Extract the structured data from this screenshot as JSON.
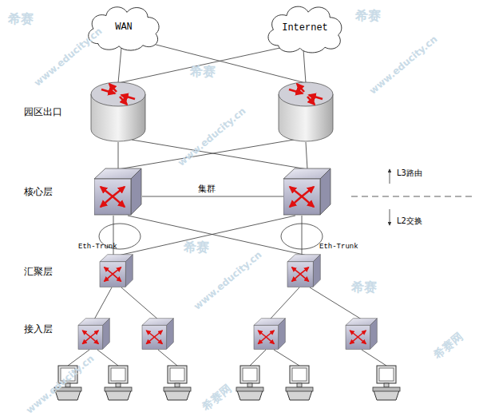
{
  "diagram": {
    "nodes": [
      {
        "text": [
          "WAN"
        ]
      },
      {
        "text": [
          "Internet"
        ]
      }
    ],
    "labels": [
      "园区出口",
      "核心层",
      "汇聚层",
      "接入层",
      "集群",
      "L3路由",
      "L2交换",
      "Eth-Trunk",
      "Eth-Trunk",
      "希赛",
      "www.educity.cn",
      "希赛",
      "www.educity.cn",
      "希赛",
      "www.educity.cn",
      "希赛",
      "www.educity.cn",
      "希赛网",
      "www.educity.cn",
      "希赛",
      "希赛网"
    ]
  }
}
